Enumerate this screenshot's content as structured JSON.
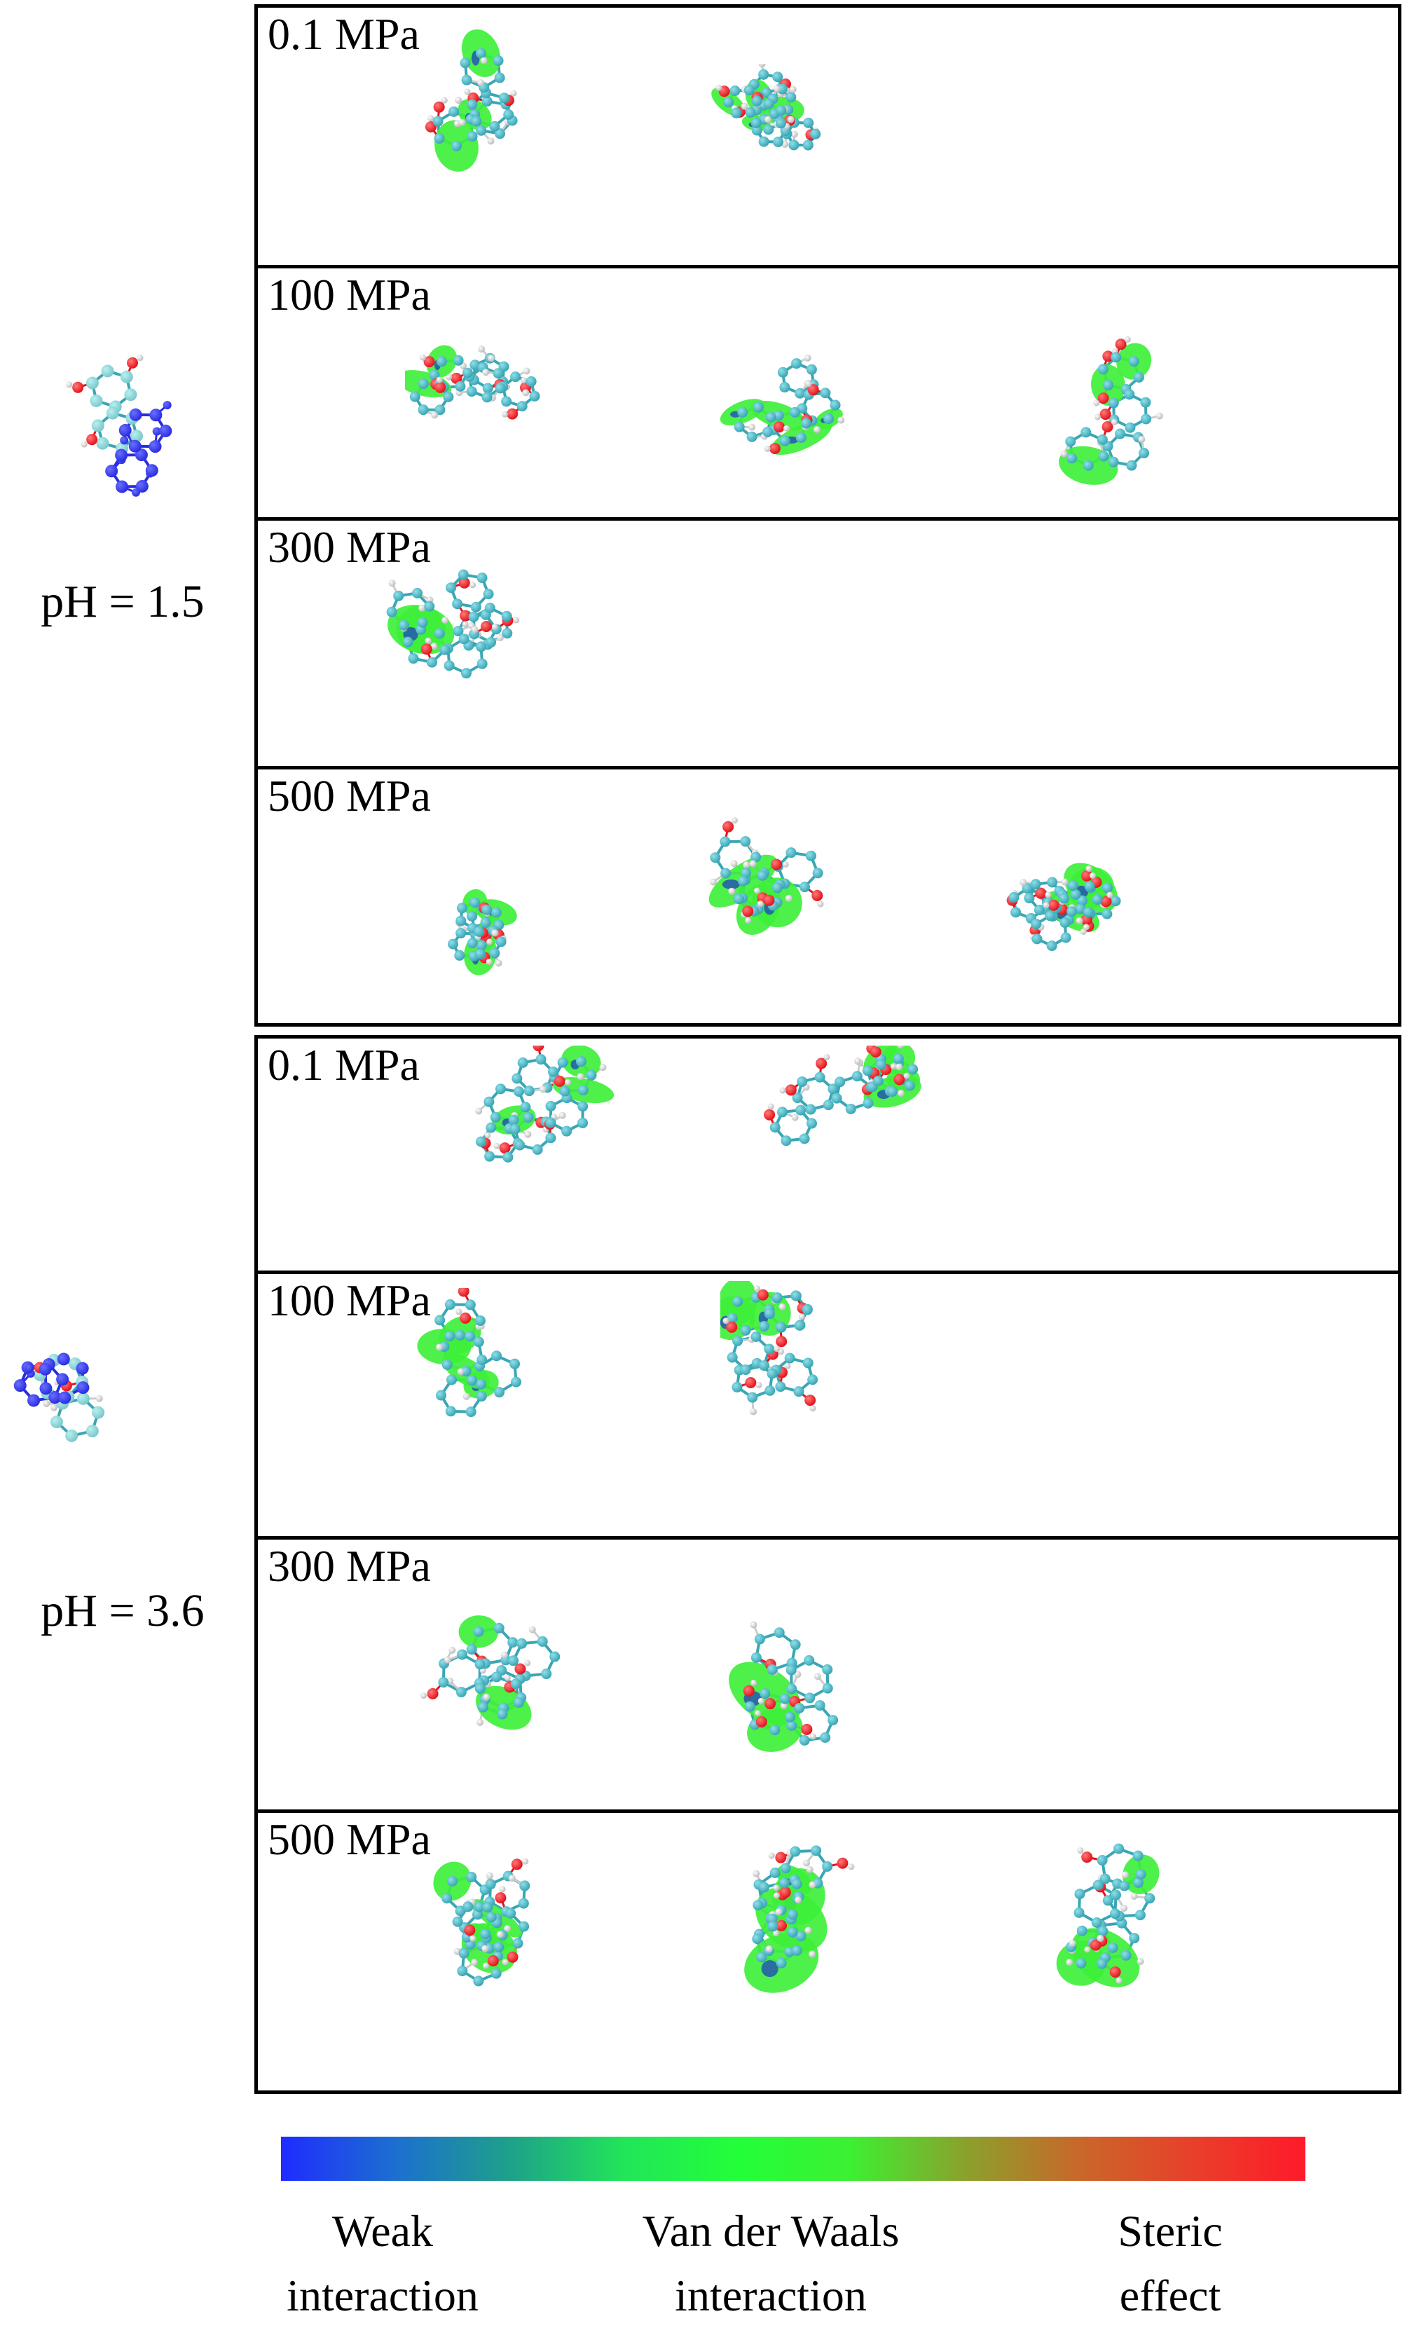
{
  "figure": {
    "groups": [
      {
        "id": "ph-1.5",
        "ph_label": "pH = 1.5",
        "panels": [
          {
            "pressure": "0.1 MPa",
            "structures": 2
          },
          {
            "pressure": "100 MPa",
            "structures": 3
          },
          {
            "pressure": "300 MPa",
            "structures": 1
          },
          {
            "pressure": "500 MPa",
            "structures": 3
          }
        ]
      },
      {
        "id": "ph-3.6",
        "ph_label": "pH = 3.6",
        "panels": [
          {
            "pressure": "0.1 MPa",
            "structures": 2
          },
          {
            "pressure": "100 MPa",
            "structures": 2
          },
          {
            "pressure": "300 MPa",
            "structures": 2
          },
          {
            "pressure": "500 MPa",
            "structures": 3
          }
        ]
      }
    ],
    "colorbar": {
      "stops": [
        "#1f2cff",
        "#1c6fd0",
        "#1ea08a",
        "#22e45a",
        "#22ff3a",
        "#3cf032",
        "#8aa22c",
        "#c8682a",
        "#e8402a",
        "#ff1a2a"
      ],
      "labels": [
        {
          "line1": "Weak",
          "line2": "interaction"
        },
        {
          "line1": "Van der Waals",
          "line2": "interaction"
        },
        {
          "line1": "Steric",
          "line2": "effect"
        }
      ]
    },
    "atom_colors": {
      "carbon": "#3aa6b4",
      "oxygen": "#e3141c",
      "hydrogen": "#f2f2f2",
      "nitrogen_ligand": "#2a2ee0",
      "isosurface": "#3ef03a",
      "isosurface_weak": "#2040c0"
    }
  }
}
